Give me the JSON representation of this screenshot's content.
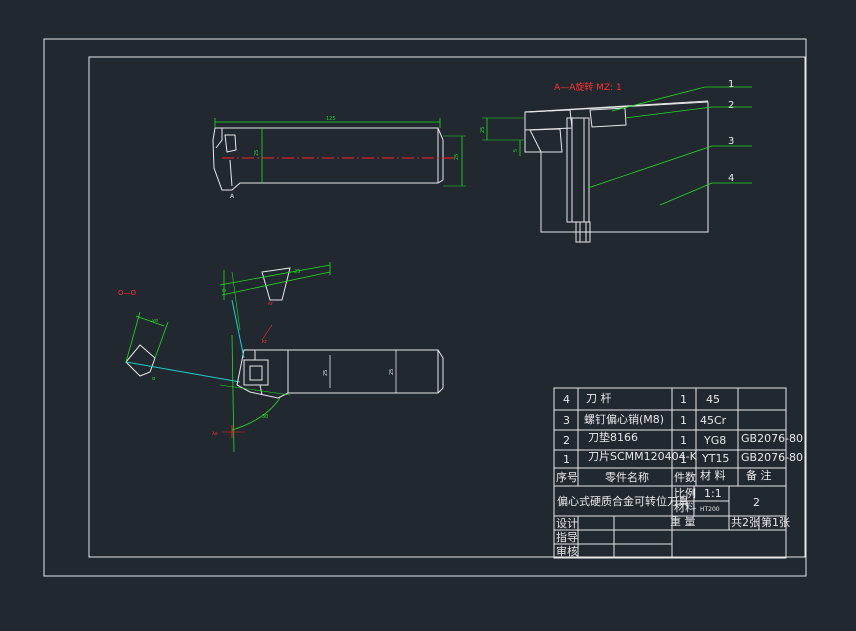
{
  "colors": {
    "background": "#212830",
    "outline": "#e8e8e8",
    "dimension": "#22dd22",
    "centerline": "#ff2020",
    "section_label": "#ff3030",
    "leader": "#22dd22",
    "cyan": "#22cccc"
  },
  "section_view": {
    "label": "A—A旋转  MZ: 1",
    "callouts": [
      "1",
      "2",
      "3",
      "4"
    ]
  },
  "dims": {
    "shank_length": "125",
    "shank_height": "25",
    "shank_width": "25",
    "tip": "A",
    "side_a": "25",
    "side_b": "5",
    "top_a": "25",
    "top_b": "8",
    "plan_mid": "25",
    "plan_right": "25",
    "plan_diag": "30",
    "gamma": "γo",
    "alpha": "α",
    "kappa": "κr",
    "lambda": "λs"
  },
  "view_label_oo": "O—O",
  "parts_list": {
    "rows": [
      {
        "no": "4",
        "name": "刀 杆",
        "qty": "1",
        "material": "45",
        "remark": ""
      },
      {
        "no": "3",
        "name": "螺钉偏心销(M8)",
        "qty": "1",
        "material": "45Cr",
        "remark": ""
      },
      {
        "no": "2",
        "name": "刀垫8166",
        "qty": "1",
        "material": "YG8",
        "remark": "GB2076-80"
      },
      {
        "no": "1",
        "name": "刀片SCMM120404-K",
        "qty": "1",
        "material": "YT15",
        "remark": "GB2076-80"
      }
    ],
    "header": {
      "no": "序号",
      "name": "零件名称",
      "qty": "件数",
      "material": "材  料",
      "remark": "备  注"
    }
  },
  "title_block": {
    "drawing_title": "偏心式硬质合金可转位刀具",
    "scale_label": "比例",
    "scale_value": "1:1",
    "material_label": "材料",
    "material_value": "HT200",
    "sheet_count": "2",
    "designer_label": "设计",
    "weight_label": "重  量",
    "sheets_total": "共2张",
    "sheet_no": "第1张",
    "guide_label": "指导",
    "reviewer_label": "审核"
  }
}
